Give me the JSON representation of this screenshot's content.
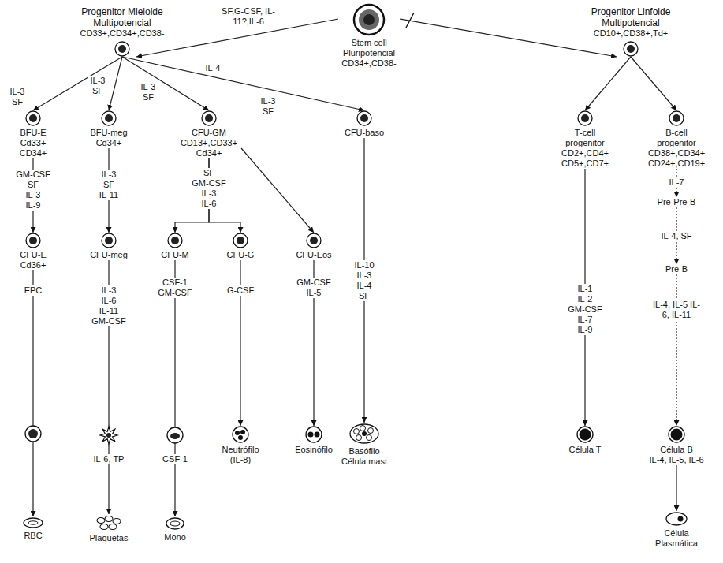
{
  "diagram": {
    "nodes": [
      {
        "text": [
          "Progenitor Mieloide Multipotencial",
          "CD33+,CD34+,CD38-"
        ]
      },
      {
        "text": [
          "Stem cell Pluripotencial",
          "CD34+,CD38-"
        ]
      },
      {
        "text": [
          "Progenitor Linfoide Multipotencial",
          "CD10+,CD38+,Td+"
        ]
      },
      {
        "text": [
          "BFU-E",
          "Cd33+ CD34+"
        ]
      },
      {
        "text": [
          "BFU-meg",
          "Cd34+"
        ]
      },
      {
        "text": [
          "CFU-GM",
          "CD13+,CD33+ Cd34+"
        ]
      },
      {
        "text": [
          "CFU-baso"
        ]
      },
      {
        "text": [
          "T-cell progenitor",
          "CD2+,CD4+ CD5+,CD7+"
        ]
      },
      {
        "text": [
          "B-cell progenitor",
          "CD38+,CD34+ CD24+,CD19+"
        ]
      },
      {
        "text": [
          "CFU-E",
          "Cd36+"
        ]
      },
      {
        "text": [
          "CFU-meg"
        ]
      },
      {
        "text": [
          "CFU-M"
        ]
      },
      {
        "text": [
          "CFU-G"
        ]
      },
      {
        "text": [
          "CFU-Eos"
        ]
      },
      {
        "text": [
          "Pre-Pre-B"
        ]
      },
      {
        "text": [
          "Pre-B"
        ]
      },
      {
        "text": [
          "RBC"
        ]
      },
      {
        "text": [
          "Plaquetas"
        ]
      },
      {
        "text": [
          "Mono"
        ]
      },
      {
        "text": [
          "Neutrófilo",
          "(IL-8)"
        ]
      },
      {
        "text": [
          "Eosinófilo"
        ]
      },
      {
        "text": [
          "Basófilo Célula mast"
        ]
      },
      {
        "text": [
          "Célula T"
        ]
      },
      {
        "text": [
          "Célula B",
          "IL-4, IL-5, IL-6"
        ]
      },
      {
        "text": [
          "Célula Plasmática"
        ]
      }
    ],
    "edges": [
      {
        "from": 1,
        "to": 0,
        "label": "SF,G-CSF, IL-11?,IL-6",
        "arrow": "to"
      },
      {
        "from": 1,
        "to": 2,
        "arrow": "to"
      },
      {
        "from": 0,
        "to": 3,
        "label": "IL-3 SF",
        "arrow": "to"
      },
      {
        "from": 0,
        "to": 4,
        "label": "IL-3 SF",
        "arrow": "to"
      },
      {
        "from": 0,
        "to": 5,
        "label": "IL-3 SF",
        "arrow": "to"
      },
      {
        "from": 0,
        "to": 6,
        "label": "IL-4",
        "arrow": "to"
      },
      {
        "from": 2,
        "to": 7,
        "arrow": "to"
      },
      {
        "from": 2,
        "to": 8,
        "arrow": "to"
      },
      {
        "from": 3,
        "to": 9,
        "label": "GM-CSF SF IL-3 IL-9",
        "arrow": "to"
      },
      {
        "from": 4,
        "to": 10,
        "label": "IL-3 SF IL-11",
        "arrow": "to"
      },
      {
        "from": 5,
        "to": 11,
        "label": "SF GM-CSF IL-3 IL-6",
        "arrow": "to"
      },
      {
        "from": 5,
        "to": 12,
        "arrow": "to"
      },
      {
        "from": 5,
        "to": 13,
        "arrow": "to"
      },
      {
        "from": 9,
        "to": 16,
        "label": "EPC",
        "arrow": "to"
      },
      {
        "from": 10,
        "to": 17,
        "label": "IL-3 IL-6 IL-11 GM-CSF",
        "arrow": "to"
      },
      {
        "from": 11,
        "to": 18,
        "label": "CSF-1 GM-CSF",
        "arrow": "to"
      },
      {
        "from": 12,
        "to": 19,
        "label": "G-CSF",
        "arrow": "to"
      },
      {
        "from": 13,
        "to": 20,
        "label": "GM-CSF IL-5",
        "arrow": "to"
      },
      {
        "from": 6,
        "to": 21,
        "label": "IL-10 IL-3 IL-4 SF",
        "arrow": "to"
      },
      {
        "from": 7,
        "to": 22,
        "label": "IL-1 IL-2 GM-CSF IL-7 IL-9",
        "arrow": "to"
      },
      {
        "from": 8,
        "to": 14,
        "label": "IL-7",
        "arrow": "to"
      },
      {
        "from": 14,
        "to": 15,
        "label": "IL-4, SF",
        "arrow": "to"
      },
      {
        "from": 15,
        "to": 23,
        "label": "IL-4, IL-5 IL-6, IL-11",
        "arrow": "to"
      },
      {
        "from": 23,
        "to": 24,
        "arrow": "to"
      }
    ],
    "labels": [
      "IL-3 SF",
      "IL-6, TP",
      "CSF-1"
    ]
  }
}
